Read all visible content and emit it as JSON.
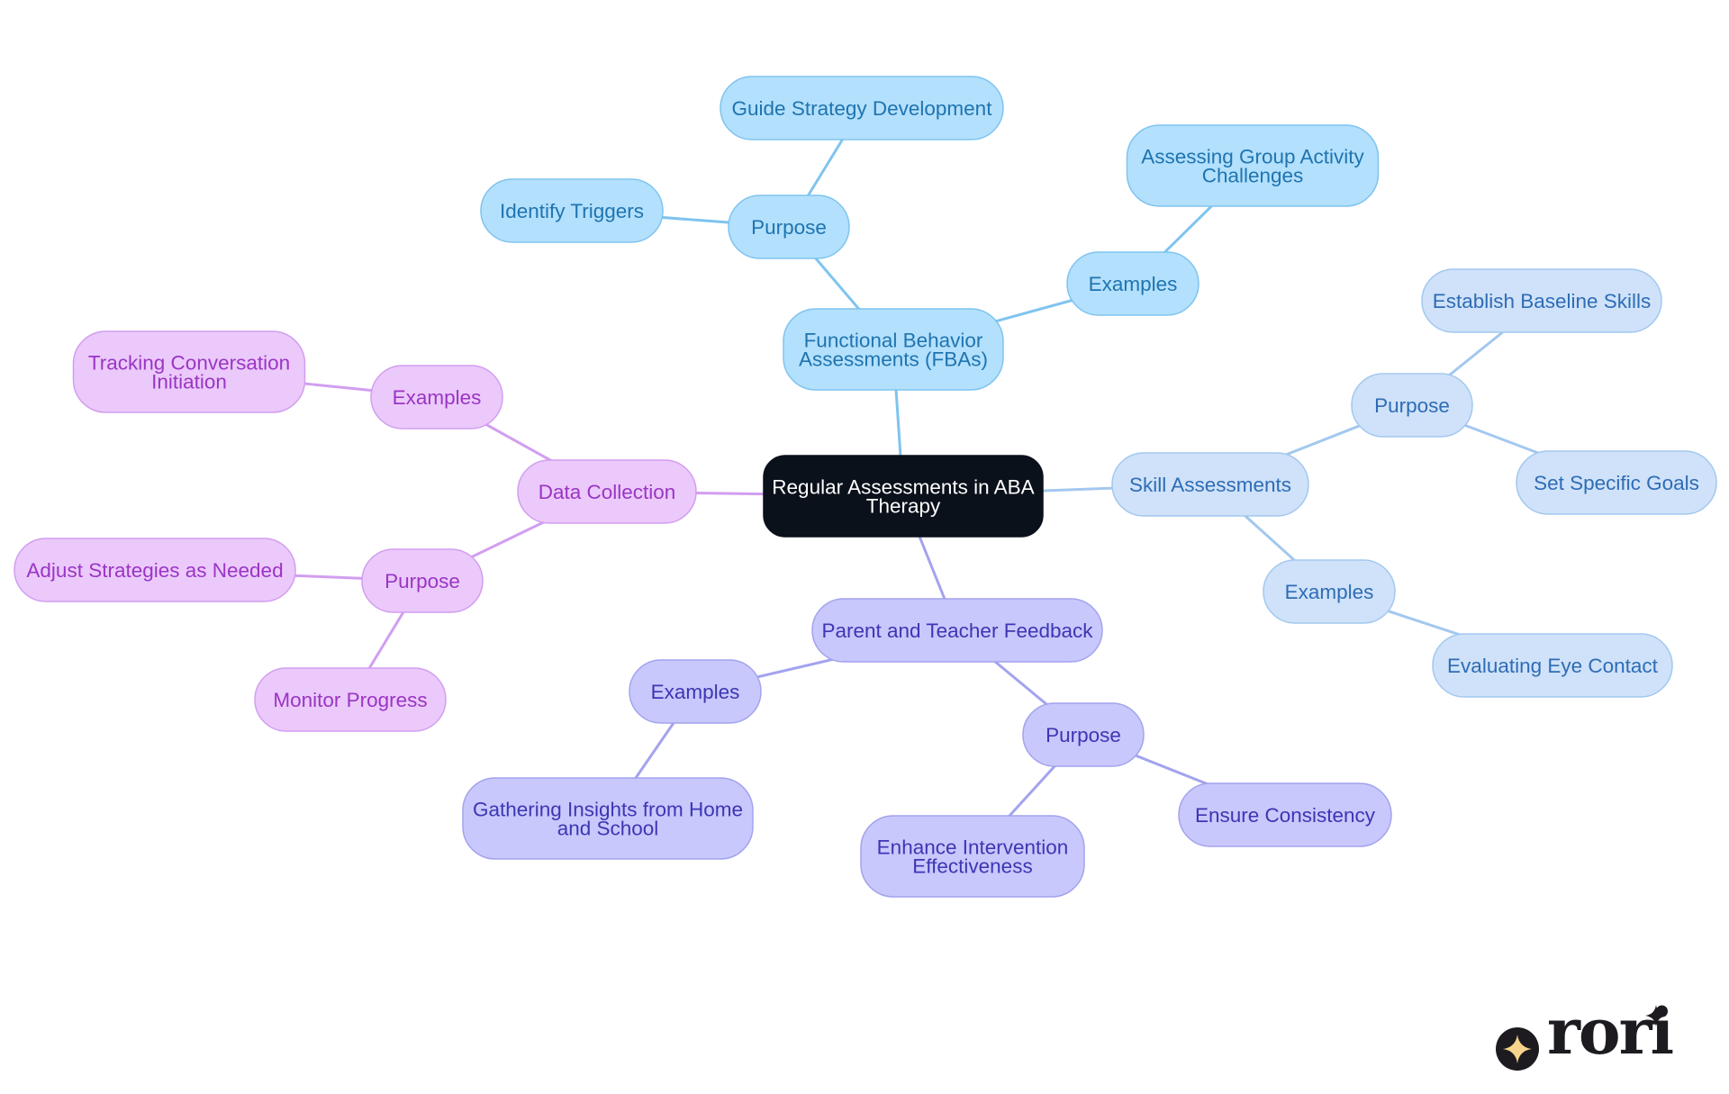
{
  "diagram": {
    "type": "mind-map",
    "root": "Regular Assessments in ABA Therapy",
    "colors": {
      "root_fill": "#0b111b",
      "root_text": "#ffffff",
      "blue_fill": "#b3e0fc",
      "blue_stroke": "#7fc4ef",
      "blue_text": "#1f74b0",
      "light_fill": "#cfe2f9",
      "light_stroke": "#a3c8ef",
      "light_text": "#2f6cb5",
      "violet_fill": "#c8c8fc",
      "violet_stroke": "#a3a3ee",
      "violet_text": "#3d36b3",
      "purple_fill": "#ebc9fb",
      "purple_stroke": "#d29ef0",
      "purple_text": "#9a35c4"
    },
    "nodes": [
      {
        "id": "root",
        "label": "Regular Assessments in ABA Therapy",
        "lines": [
          "Regular Assessments in ABA",
          "Therapy"
        ],
        "theme": "root"
      },
      {
        "id": "fba",
        "label": "Functional Behavior Assessments (FBAs)",
        "lines": [
          "Functional Behavior",
          "Assessments (FBAs)"
        ],
        "theme": "blue"
      },
      {
        "id": "fba-purpose",
        "label": "Purpose",
        "lines": [
          "Purpose"
        ],
        "theme": "blue"
      },
      {
        "id": "fba-guide",
        "label": "Guide Strategy Development",
        "lines": [
          "Guide Strategy Development"
        ],
        "theme": "blue"
      },
      {
        "id": "fba-triggers",
        "label": "Identify Triggers",
        "lines": [
          "Identify Triggers"
        ],
        "theme": "blue"
      },
      {
        "id": "fba-examples",
        "label": "Examples",
        "lines": [
          "Examples"
        ],
        "theme": "blue"
      },
      {
        "id": "fba-group",
        "label": "Assessing Group Activity Challenges",
        "lines": [
          "Assessing Group Activity",
          "Challenges"
        ],
        "theme": "blue"
      },
      {
        "id": "skill",
        "label": "Skill Assessments",
        "lines": [
          "Skill Assessments"
        ],
        "theme": "light"
      },
      {
        "id": "skill-purpose",
        "label": "Purpose",
        "lines": [
          "Purpose"
        ],
        "theme": "light"
      },
      {
        "id": "skill-baseline",
        "label": "Establish Baseline Skills",
        "lines": [
          "Establish Baseline Skills"
        ],
        "theme": "light"
      },
      {
        "id": "skill-goals",
        "label": "Set Specific Goals",
        "lines": [
          "Set Specific Goals"
        ],
        "theme": "light"
      },
      {
        "id": "skill-examples",
        "label": "Examples",
        "lines": [
          "Examples"
        ],
        "theme": "light"
      },
      {
        "id": "skill-eye",
        "label": "Evaluating Eye Contact",
        "lines": [
          "Evaluating Eye Contact"
        ],
        "theme": "light"
      },
      {
        "id": "ptf",
        "label": "Parent and Teacher Feedback",
        "lines": [
          "Parent and Teacher Feedback"
        ],
        "theme": "violet"
      },
      {
        "id": "ptf-examples",
        "label": "Examples",
        "lines": [
          "Examples"
        ],
        "theme": "violet"
      },
      {
        "id": "ptf-insights",
        "label": "Gathering Insights from Home and School",
        "lines": [
          "Gathering Insights from Home",
          "and School"
        ],
        "theme": "violet"
      },
      {
        "id": "ptf-purpose",
        "label": "Purpose",
        "lines": [
          "Purpose"
        ],
        "theme": "violet"
      },
      {
        "id": "ptf-effect",
        "label": "Enhance Intervention Effectiveness",
        "lines": [
          "Enhance Intervention",
          "Effectiveness"
        ],
        "theme": "violet"
      },
      {
        "id": "ptf-consistency",
        "label": "Ensure Consistency",
        "lines": [
          "Ensure Consistency"
        ],
        "theme": "violet"
      },
      {
        "id": "dc",
        "label": "Data Collection",
        "lines": [
          "Data Collection"
        ],
        "theme": "purple"
      },
      {
        "id": "dc-examples",
        "label": "Examples",
        "lines": [
          "Examples"
        ],
        "theme": "purple"
      },
      {
        "id": "dc-tracking",
        "label": "Tracking Conversation Initiation",
        "lines": [
          "Tracking Conversation",
          "Initiation"
        ],
        "theme": "purple"
      },
      {
        "id": "dc-purpose",
        "label": "Purpose",
        "lines": [
          "Purpose"
        ],
        "theme": "purple"
      },
      {
        "id": "dc-adjust",
        "label": "Adjust Strategies as Needed",
        "lines": [
          "Adjust Strategies as Needed"
        ],
        "theme": "purple"
      },
      {
        "id": "dc-monitor",
        "label": "Monitor Progress",
        "lines": [
          "Monitor Progress"
        ],
        "theme": "purple"
      }
    ],
    "edges": [
      {
        "from": "root",
        "to": "fba",
        "theme": "blue"
      },
      {
        "from": "fba",
        "to": "fba-purpose",
        "theme": "blue"
      },
      {
        "from": "fba-purpose",
        "to": "fba-guide",
        "theme": "blue"
      },
      {
        "from": "fba-purpose",
        "to": "fba-triggers",
        "theme": "blue"
      },
      {
        "from": "fba",
        "to": "fba-examples",
        "theme": "blue"
      },
      {
        "from": "fba-examples",
        "to": "fba-group",
        "theme": "blue"
      },
      {
        "from": "root",
        "to": "skill",
        "theme": "light"
      },
      {
        "from": "skill",
        "to": "skill-purpose",
        "theme": "light"
      },
      {
        "from": "skill-purpose",
        "to": "skill-baseline",
        "theme": "light"
      },
      {
        "from": "skill-purpose",
        "to": "skill-goals",
        "theme": "light"
      },
      {
        "from": "skill",
        "to": "skill-examples",
        "theme": "light"
      },
      {
        "from": "skill-examples",
        "to": "skill-eye",
        "theme": "light"
      },
      {
        "from": "root",
        "to": "ptf",
        "theme": "violet"
      },
      {
        "from": "ptf",
        "to": "ptf-examples",
        "theme": "violet"
      },
      {
        "from": "ptf-examples",
        "to": "ptf-insights",
        "theme": "violet"
      },
      {
        "from": "ptf",
        "to": "ptf-purpose",
        "theme": "violet"
      },
      {
        "from": "ptf-purpose",
        "to": "ptf-effect",
        "theme": "violet"
      },
      {
        "from": "ptf-purpose",
        "to": "ptf-consistency",
        "theme": "violet"
      },
      {
        "from": "root",
        "to": "dc",
        "theme": "purple"
      },
      {
        "from": "dc",
        "to": "dc-examples",
        "theme": "purple"
      },
      {
        "from": "dc-examples",
        "to": "dc-tracking",
        "theme": "purple"
      },
      {
        "from": "dc",
        "to": "dc-purpose",
        "theme": "purple"
      },
      {
        "from": "dc-purpose",
        "to": "dc-adjust",
        "theme": "purple"
      },
      {
        "from": "dc-purpose",
        "to": "dc-monitor",
        "theme": "purple"
      }
    ]
  },
  "logo": {
    "wordmark": "rori",
    "icon": "four-point-star-icon"
  }
}
